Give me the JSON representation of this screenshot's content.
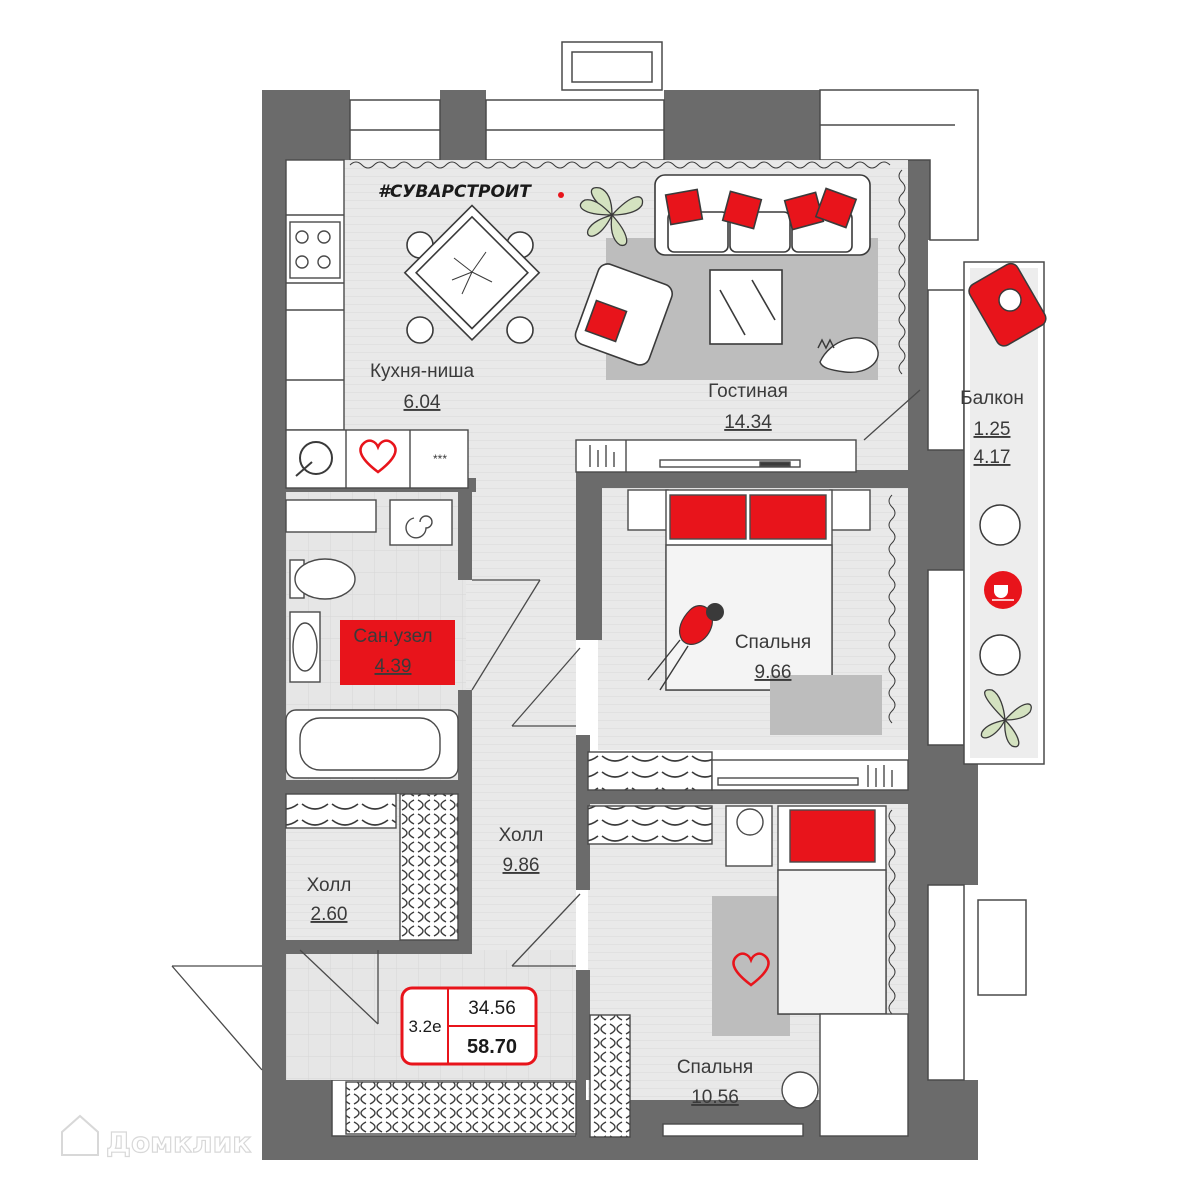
{
  "brand": {
    "logo_text": "#СУВАРСТРОИТ",
    "watermark": "Домклик"
  },
  "rooms": {
    "kitchen": {
      "label": "Кухня-ниша",
      "area": "6.04"
    },
    "living": {
      "label": "Гостиная",
      "area": "14.34"
    },
    "balcony": {
      "label": "Балкон",
      "area": "1.25",
      "area2": "4.17"
    },
    "bathroom": {
      "label": "Сан.узел",
      "area": "4.39"
    },
    "bedroom1": {
      "label": "Спальня",
      "area": "9.66"
    },
    "hall_main": {
      "label": "Холл",
      "area": "9.86"
    },
    "hall_small": {
      "label": "Холл",
      "area": "2.60"
    },
    "bedroom2": {
      "label": "Спальня",
      "area": "10.56"
    }
  },
  "summary": {
    "type_code": "3.2е",
    "living_area": "34.56",
    "total_area": "58.70"
  },
  "colors": {
    "wall": "#6b6b6b",
    "floor": "#e8e8e8",
    "accent": "#e8141b",
    "rug": "#bdbdbd",
    "line": "#4a4a4a"
  },
  "icons": {
    "stove": "cooktop-icon",
    "washer": "washing-machine-icon",
    "heart": "heart-icon",
    "coffee": "coffee-cup-icon",
    "cat": "cat-icon",
    "plant": "plant-icon"
  }
}
